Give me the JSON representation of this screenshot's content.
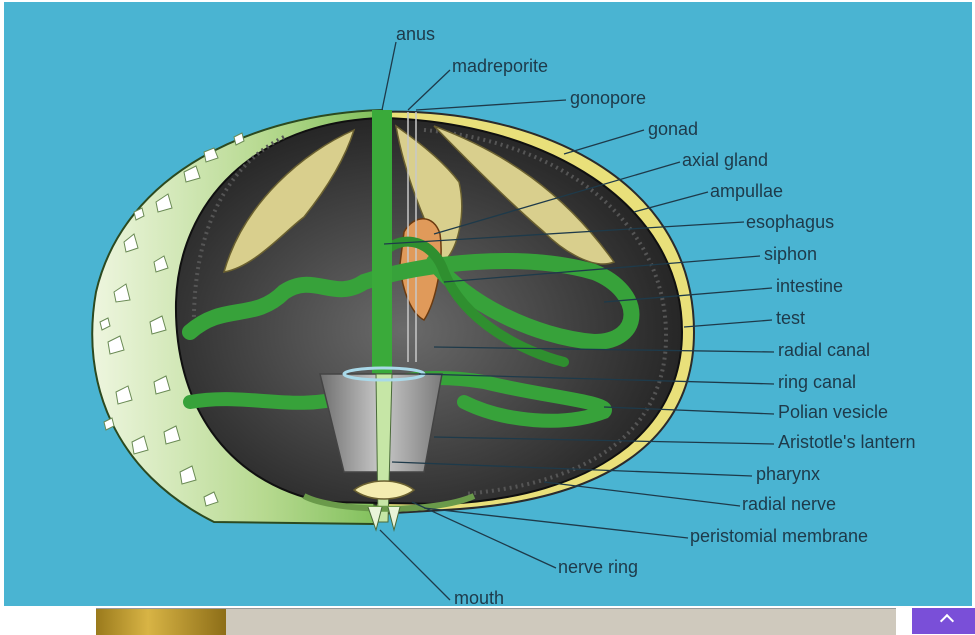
{
  "diagram": {
    "labels": {
      "anus": "anus",
      "madreporite": "madreporite",
      "gonopore": "gonopore",
      "gonad": "gonad",
      "axial_gland": "axial gland",
      "ampullae": "ampullae",
      "esophagus": "esophagus",
      "siphon": "siphon",
      "intestine": "intestine",
      "test": "test",
      "radial_canal": "radial canal",
      "ring_canal": "ring canal",
      "polian_vesicle": "Polian vesicle",
      "aristotles_lantern": "Aristotle's lantern",
      "pharynx": "pharynx",
      "radial_nerve": "radial nerve",
      "peristomial_membrane": "peristomial membrane",
      "nerve_ring": "nerve ring",
      "mouth": "mouth"
    }
  },
  "colors": {
    "background": "#4ab4d2",
    "label_text": "#1e3a4a",
    "test_outer": "#a6cf7f",
    "cavity": "#2b2b2b",
    "gut_green": "#3aa33a",
    "gonad_tan": "#d9cf8d",
    "axial_gland": "#e09a5a",
    "lantern_gray": "#8d8d8d"
  }
}
